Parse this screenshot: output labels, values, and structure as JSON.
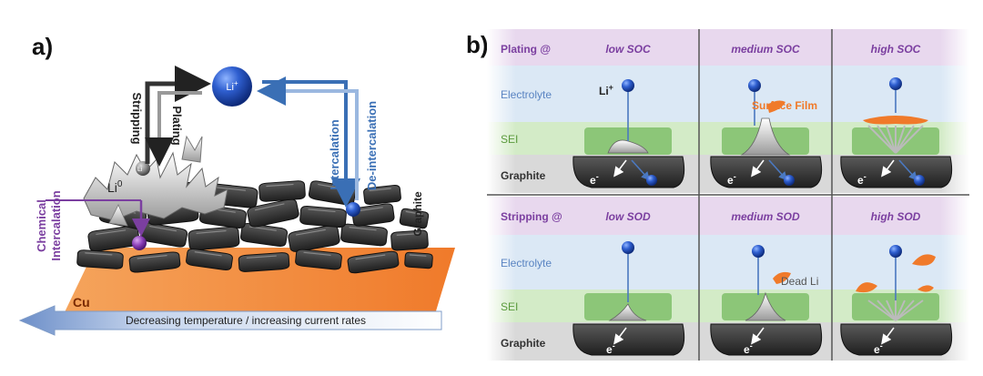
{
  "panel_a": {
    "label": "a)",
    "li_plus": "Li",
    "li_plus_sup": "+",
    "stripping": "Stripping",
    "plating": "Plating",
    "intercalation": "Intercalation",
    "deintercalation": "De-intercalation",
    "chemical_line1": "Chemical",
    "chemical_line2": "Intercalation",
    "li_zero": "Li",
    "li_zero_sup": "0",
    "li_small": "Li",
    "graphite": "Graphite",
    "cu": "Cu",
    "arrow_text": "Decreasing temperature / increasing current rates",
    "colors": {
      "purple": "#7b3fa0",
      "blue": "#3a6fb5",
      "copper": "#f08a3c",
      "graphite": "#3a3a3a"
    }
  },
  "panel_b": {
    "label": "b)",
    "plating_header": "Plating @",
    "stripping_header": "Stripping @",
    "plating_cols": [
      "low SOC",
      "medium SOC",
      "high SOC"
    ],
    "stripping_cols": [
      "low SOD",
      "medium SOD",
      "high SOD"
    ],
    "row_labels": {
      "electrolyte": "Electrolyte",
      "sei": "SEI",
      "graphite": "Graphite"
    },
    "li_plus": "Li",
    "li_plus_sup": "+",
    "surface_film": "Surface Film",
    "dead_li": "Dead Li",
    "electron": "e",
    "electron_sup": "-",
    "colors": {
      "header": "#e8d8ee",
      "electrolyte": "#dbe8f5",
      "sei": "#d3ebc7",
      "graphite_band": "#d9d9d9",
      "purple_text": "#7b3fa0",
      "blue_text": "#5a84c2",
      "green_text": "#5a9a3c",
      "orange": "#f07a2a"
    }
  }
}
